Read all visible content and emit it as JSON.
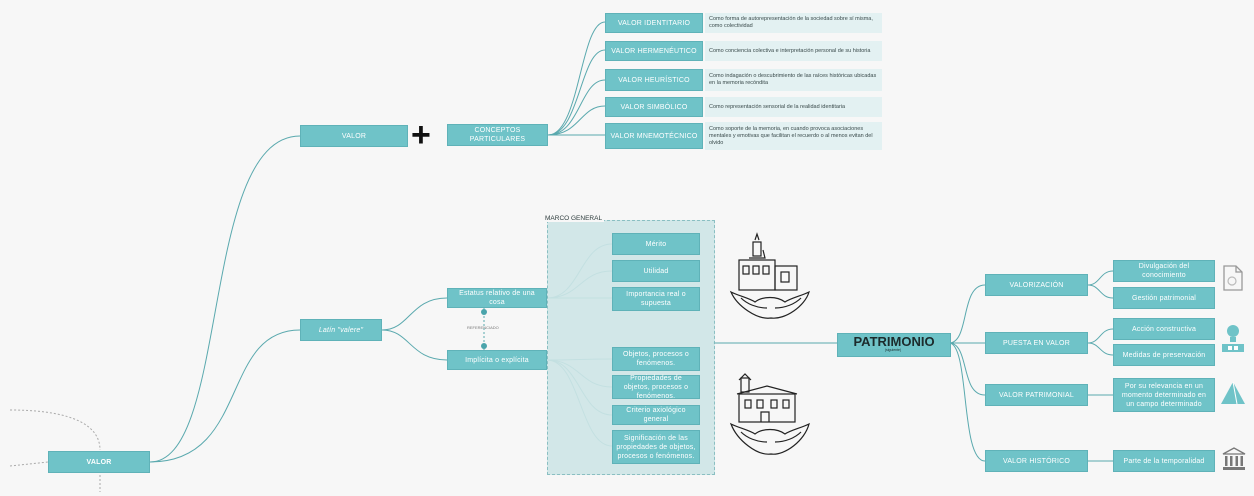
{
  "colors": {
    "node": "#6fc3c8",
    "desc_bg": "#e3f1f2",
    "line": "#5aa9ae",
    "frame": "#cfe6e7"
  },
  "top": {
    "valor": "VALOR",
    "plus": "+",
    "conceptos": "CONCEPTOS PARTICULARES",
    "items": [
      {
        "label": "VALOR IDENTITARIO",
        "desc": "Como forma de autorepresentación de la sociedad sobre sí misma, como colectividad"
      },
      {
        "label": "VALOR HERMENÉUTICO",
        "desc": "Como conciencia colectiva e interpretación personal de su historia"
      },
      {
        "label": "VALOR HEURÍSTICO",
        "desc": "Como indagación o descubrimiento de las raíces históricas ubicadas en la memoria recóndita"
      },
      {
        "label": "VALOR SIMBÓLICO",
        "desc": "Como representación sensorial de la realidad identitaria"
      },
      {
        "label": "VALOR MNEMOTÉCNICO",
        "desc": "Como soporte de la memoria, en cuando provoca asociaciones mentales y emotivas que facilitan el recuerdo o al menos evitan del olvido"
      }
    ]
  },
  "middle": {
    "latin": "Latín \"valere\"",
    "estatus": "Estatus relativo de una cosa",
    "implicita": "Implícita o explícita",
    "referenciado": "REFERENCIADO",
    "marco": "MARCO GENERAL",
    "estatus_items": [
      "Mérito",
      "Utilidad",
      "Importancia real o supuesta"
    ],
    "implicita_items": [
      "Objetos, procesos o fenómenos.",
      "Propiedades de objetos, procesos o fenómenos.",
      "Criterio axiológico general",
      "Significación de las propiedades de objetos, procesos o fenómenos."
    ]
  },
  "bottom": {
    "valor": "VALOR"
  },
  "patrimonio": {
    "title": "PATRIMONIO",
    "subtitle": "(siguiente)",
    "branches": [
      {
        "label": "VALORIZACIÓN",
        "items": [
          "Divulgación del conocimiento",
          "Gestión patrimonial"
        ],
        "icon": "document-icon"
      },
      {
        "label": "PUESTA EN VALOR",
        "items": [
          "Acción constructiva",
          "Medidas de preservación"
        ],
        "icon": "lightbulb-icon"
      },
      {
        "label": "VALOR PATRIMONIAL",
        "items": [
          "Por su relevancia en un momento determinado en un campo determinado"
        ],
        "icon": "pyramid-icon"
      },
      {
        "label": "VALOR HISTÓRICO",
        "items": [
          "Parte de la temporalidad"
        ],
        "icon": "museum-icon"
      }
    ]
  }
}
